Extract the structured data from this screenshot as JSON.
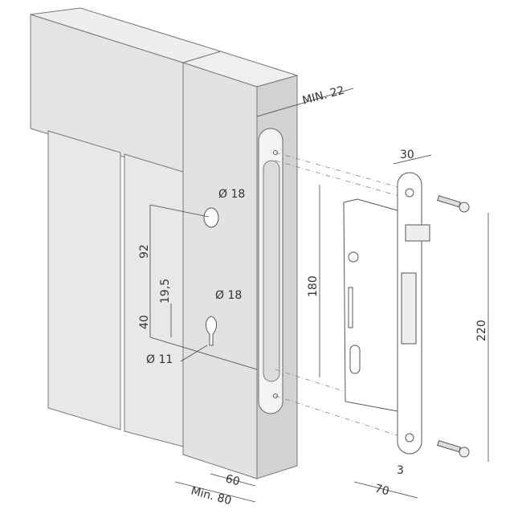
{
  "dimensions": {
    "min_22": "MIN. 22",
    "handle_hole_dia": "Ø 18",
    "cylinder_hole_dia": "Ø 18",
    "cylinder_slot_dia": "Ø 11",
    "handle_to_cylinder": "92",
    "cylinder_offset": "19,5",
    "cylinder_height": "40",
    "faceplate_slot_length": "180",
    "faceplate_width": "30",
    "screw_spacing": "220",
    "faceplate_thickness": "3",
    "backset": "70",
    "post_backset": "60",
    "min_post_depth": "Min. 80"
  },
  "colors": {
    "face_light": "#ececec",
    "face_mid": "#d9d9d9",
    "face_dark": "#c8c8c8",
    "line": "#555555"
  }
}
